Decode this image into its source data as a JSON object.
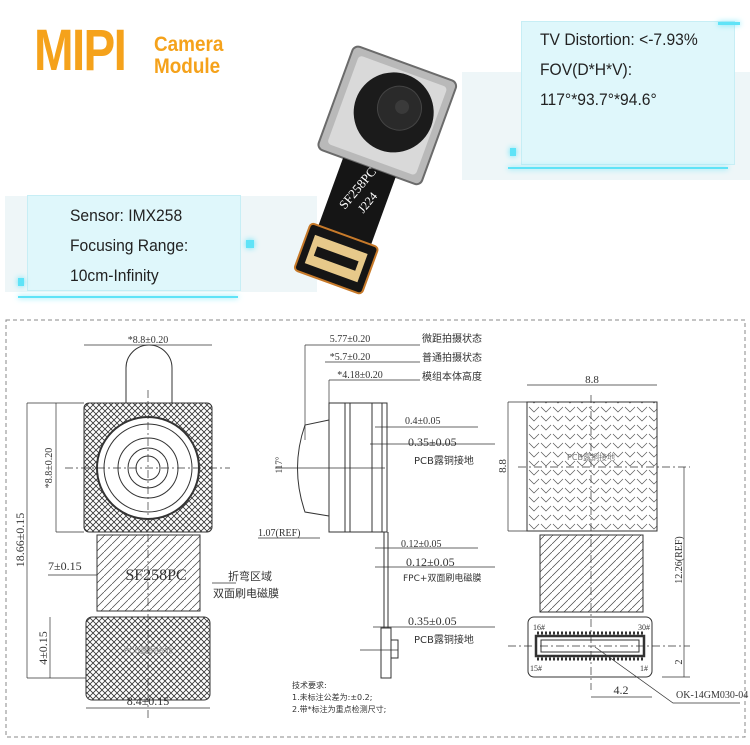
{
  "banner": {
    "title_main": "MIPI",
    "title_sub_1": "Camera",
    "title_sub_2": "Module",
    "specs_right": [
      "TV Distortion: <-7.93%",
      "FOV(D*H*V):",
      "117°*93.7°*94.6°"
    ],
    "specs_left": [
      "Sensor: IMX258",
      "Focusing Range:",
      "10cm-Infinity"
    ],
    "product_label_1": "SF258PC",
    "product_label_2": "J224",
    "accent_color": "#f5a21b",
    "panel_color": "#dff7fb"
  },
  "drawing": {
    "front_view": {
      "width_top": "*8.8±0.20",
      "height_module": "*8.8±0.20",
      "total_height": "18.66±0.15",
      "flex_width": "7±0.15",
      "connector_height": "4±0.15",
      "connector_width": "8.4±0.15",
      "flex_label": "SF258PC",
      "bend_area": "折弯区域",
      "emi_film": "双面刷电磁膜",
      "connector_ground": "PCB露铜接地"
    },
    "side_view": {
      "dims": [
        {
          "value": "5.77±0.20",
          "label": "微距拍摄状态"
        },
        {
          "value": "*5.7±0.20",
          "label": "普通拍摄状态"
        },
        {
          "value": "*4.18±0.20",
          "label": "模组本体高度"
        }
      ],
      "angle": "117°",
      "thickness_1": "0.4±0.05",
      "thickness_2": "0.35±0.05",
      "ground_label_1": "PCB露铜接地",
      "ref": "1.07(REF)",
      "fpc_1": "0.12±0.05",
      "fpc_2": "0.12±0.05",
      "fpc_label": "FPC+双面刷电磁膜",
      "conn_thickness": "0.35±0.05",
      "ground_label_2": "PCB露铜接地"
    },
    "notes": {
      "title": "技术要求:",
      "line_1": "1.未标注公差为:±0.2;",
      "line_2": "2.带*标注为重点检测尺寸;"
    },
    "back_view": {
      "width": "8.8",
      "height": "8.8",
      "center_label": "PCB露铜接地",
      "flex_ref": "12.26(REF)",
      "pin_16": "16#",
      "pin_30": "30#",
      "pin_15": "15#",
      "pin_1": "1#",
      "conn_offset": "2",
      "conn_center": "4.2",
      "connector_part": "OK-14GM030-04"
    }
  }
}
